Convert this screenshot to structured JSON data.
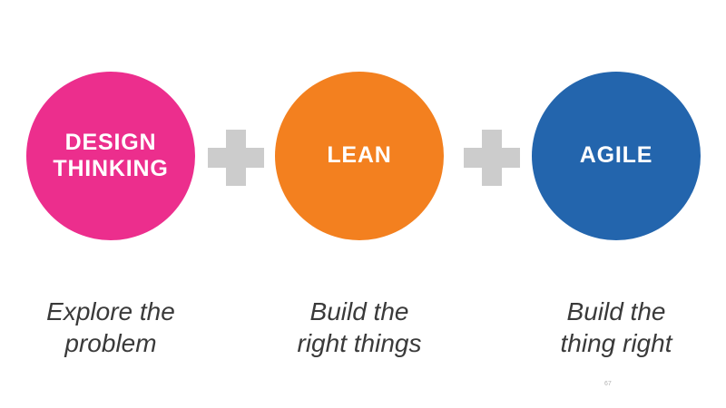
{
  "page": {
    "background": "#ffffff",
    "page_number": "67"
  },
  "diagram": {
    "plus_color": "#cccccc",
    "caption_color": "#3a3a3a",
    "items": [
      {
        "id": "design-thinking",
        "color": "#ec2e8d",
        "label_lines": [
          "DESIGN",
          "THINKING"
        ],
        "caption_lines": [
          "Explore the",
          "problem"
        ]
      },
      {
        "id": "lean",
        "color": "#f3801f",
        "label_lines": [
          "LEAN"
        ],
        "caption_lines": [
          "Build the",
          "right things"
        ]
      },
      {
        "id": "agile",
        "color": "#2365ad",
        "label_lines": [
          "AGILE"
        ],
        "caption_lines": [
          "Build the",
          "thing right"
        ]
      }
    ]
  }
}
